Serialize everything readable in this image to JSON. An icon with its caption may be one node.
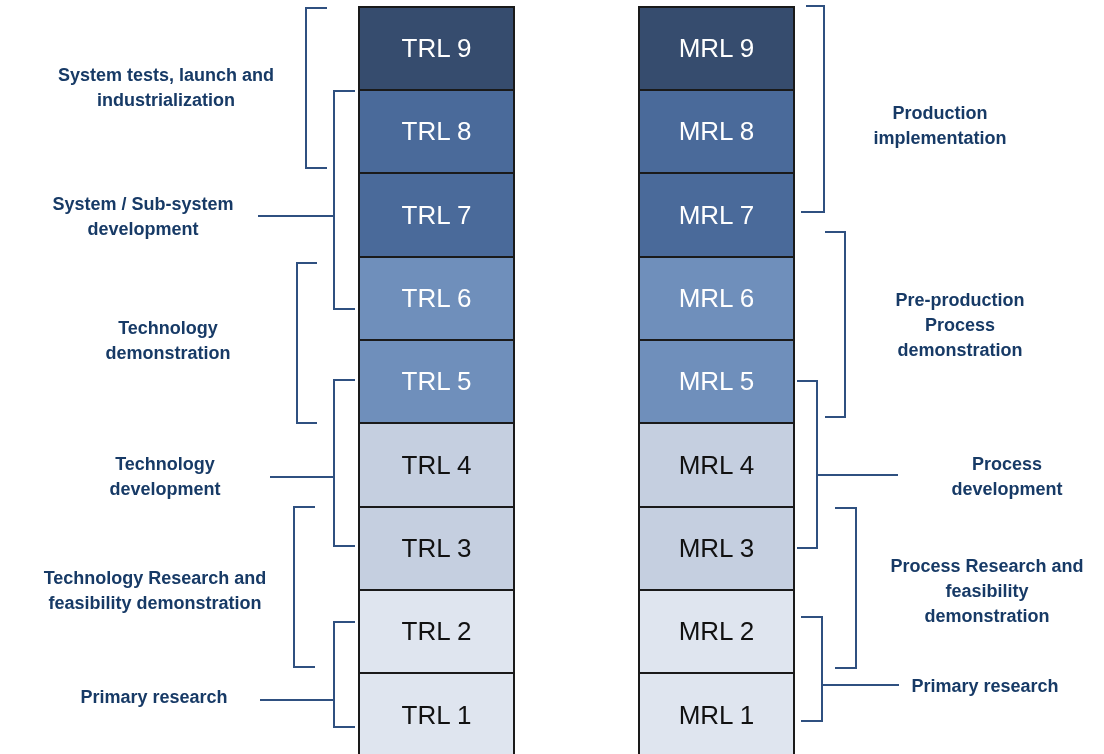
{
  "diagram": {
    "nodes": [
      {
        "text": [
          "TRL 9"
        ]
      },
      {
        "text": [
          "TRL 8"
        ]
      },
      {
        "text": [
          "TRL 7"
        ]
      },
      {
        "text": [
          "TRL 6"
        ]
      },
      {
        "text": [
          "TRL 5"
        ]
      },
      {
        "text": [
          "TRL 4"
        ]
      },
      {
        "text": [
          "TRL 3"
        ]
      },
      {
        "text": [
          "TRL 2"
        ]
      },
      {
        "text": [
          "TRL 1"
        ]
      },
      {
        "text": [
          "MRL 9"
        ]
      },
      {
        "text": [
          "MRL 8"
        ]
      },
      {
        "text": [
          "MRL 7"
        ]
      },
      {
        "text": [
          "MRL 6"
        ]
      },
      {
        "text": [
          "MRL 5"
        ]
      },
      {
        "text": [
          "MRL 4"
        ]
      },
      {
        "text": [
          "MRL 3"
        ]
      },
      {
        "text": [
          "MRL 2"
        ]
      },
      {
        "text": [
          "MRL 1"
        ]
      }
    ],
    "labels": [
      "System tests, launch and industrialization",
      "Production implementation",
      "System / Sub-system development",
      "Pre-production Process demonstration",
      "Technology demonstration",
      "Technology development",
      "Process development",
      "Technology Research and feasibility demonstration",
      "Process Research and feasibility demonstration",
      "Primary research",
      "Primary research"
    ]
  }
}
